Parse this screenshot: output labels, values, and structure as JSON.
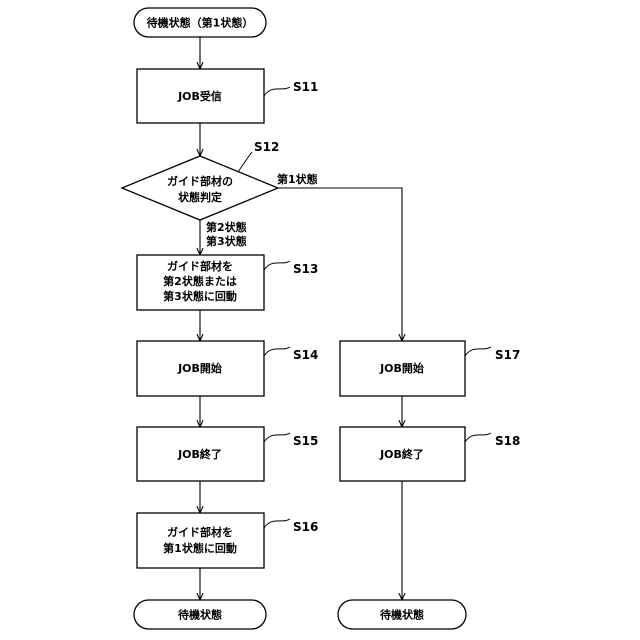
{
  "nodes": {
    "start": "待機状態（第1状態）",
    "s11": "JOB受信",
    "s12": [
      "ガイド部材の",
      "状態判定"
    ],
    "s13": [
      "ガイド部材を",
      "第2状態または",
      "第3状態に回動"
    ],
    "s14": "JOB開始",
    "s15": "JOB終了",
    "s16": [
      "ガイド部材を",
      "第1状態に回動"
    ],
    "s17": "JOB開始",
    "s18": "JOB終了",
    "end_left": "待機状態",
    "end_right": "待機状態"
  },
  "steps": {
    "s11": "S11",
    "s12": "S12",
    "s13": "S13",
    "s14": "S14",
    "s15": "S15",
    "s16": "S16",
    "s17": "S17",
    "s18": "S18"
  },
  "branches": {
    "right": "第1状態",
    "down": [
      "第2状態",
      "第3状態"
    ]
  }
}
